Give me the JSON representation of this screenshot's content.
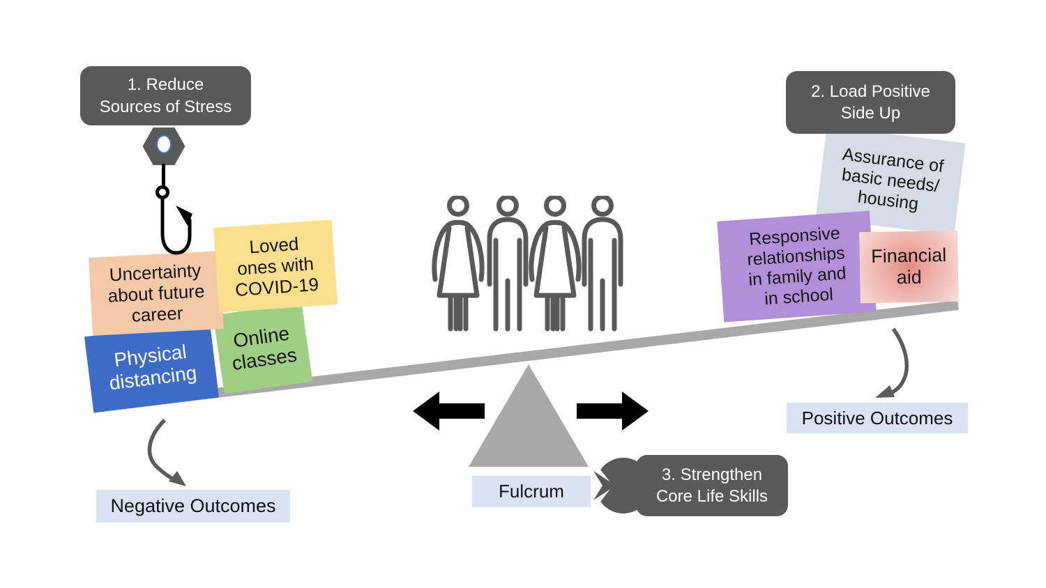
{
  "steps": {
    "step1": "1. Reduce\nSources of Stress",
    "step2": "2. Load Positive\nSide Up",
    "step3": "3. Strengthen\nCore Life Skills"
  },
  "labels": {
    "fulcrum": "Fulcrum",
    "negative_outcomes": "Negative Outcomes",
    "positive_outcomes": "Positive Outcomes"
  },
  "negative_notes": [
    {
      "text": "Uncertainty\nabout future\ncareer",
      "bg": "#F5C9A8"
    },
    {
      "text": "Loved\nones with\nCOVID-19",
      "bg": "#FBDF8D"
    },
    {
      "text": "Physical\ndistancing",
      "bg": "#3D6CC8",
      "text_color": "#FFFFFF"
    },
    {
      "text": "Online\nclasses",
      "bg": "#9FCF83"
    }
  ],
  "positive_notes": [
    {
      "text": "Assurance of\nbasic needs/\nhousing",
      "bg": "#D6DCE6"
    },
    {
      "text": "Responsive\nrelationships\nin family and\nin school",
      "bg": "#B28FD8"
    },
    {
      "text": "Financial\naid",
      "bg": "radial-gradient(circle at 50% 50%, #E68C84 0%, #EFB3AC 45%, #F8DCD8 100%)"
    }
  ],
  "icons": {
    "hook": "fishing-hook",
    "nut": "hex-nut",
    "people": "four-person-outline",
    "balance_arrows": "left-right-black-arrows",
    "pacman": "pacman-pointer",
    "outcome_arrows": "curved-gray-arrows"
  },
  "colors": {
    "step_box_bg": "#595959",
    "step_box_text": "#FFFFFF",
    "beam": "#A8A8A8",
    "fulcrum_triangle": "#A9A9A9",
    "chip_bg": "#DAE3F3",
    "people_stroke": "#595959",
    "black_arrow": "#000000",
    "curved_arrow": "#5B5B5B",
    "nut_ring": "#4472C4"
  }
}
